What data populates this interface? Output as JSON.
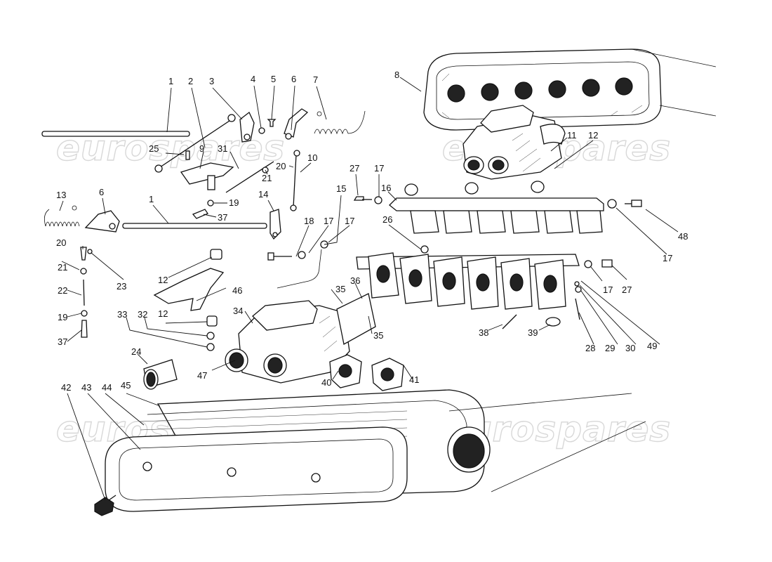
{
  "watermark": {
    "text": "eurospares"
  },
  "callouts": [
    {
      "id": "c1a",
      "label": "1"
    },
    {
      "id": "c2",
      "label": "2"
    },
    {
      "id": "c3",
      "label": "3"
    },
    {
      "id": "c4",
      "label": "4"
    },
    {
      "id": "c5",
      "label": "5"
    },
    {
      "id": "c6a",
      "label": "6"
    },
    {
      "id": "c7",
      "label": "7"
    },
    {
      "id": "c8",
      "label": "8"
    },
    {
      "id": "c25",
      "label": "25"
    },
    {
      "id": "c9",
      "label": "9"
    },
    {
      "id": "c31",
      "label": "31"
    },
    {
      "id": "c20a",
      "label": "20"
    },
    {
      "id": "c10",
      "label": "10"
    },
    {
      "id": "c21a",
      "label": "21"
    },
    {
      "id": "c11",
      "label": "11"
    },
    {
      "id": "c12a",
      "label": "12"
    },
    {
      "id": "c27a",
      "label": "27"
    },
    {
      "id": "c17a",
      "label": "17"
    },
    {
      "id": "c16",
      "label": "16"
    },
    {
      "id": "c15",
      "label": "15"
    },
    {
      "id": "c13",
      "label": "13"
    },
    {
      "id": "c6b",
      "label": "6"
    },
    {
      "id": "c1b",
      "label": "1"
    },
    {
      "id": "c14",
      "label": "14"
    },
    {
      "id": "c19a",
      "label": "19"
    },
    {
      "id": "c37a",
      "label": "37"
    },
    {
      "id": "c18",
      "label": "18"
    },
    {
      "id": "c17b",
      "label": "17"
    },
    {
      "id": "c17c",
      "label": "17"
    },
    {
      "id": "c26",
      "label": "26"
    },
    {
      "id": "c48",
      "label": "48"
    },
    {
      "id": "c17d",
      "label": "17"
    },
    {
      "id": "c20b",
      "label": "20"
    },
    {
      "id": "c21b",
      "label": "21"
    },
    {
      "id": "c23",
      "label": "23"
    },
    {
      "id": "c22",
      "label": "22"
    },
    {
      "id": "c19b",
      "label": "19"
    },
    {
      "id": "c37b",
      "label": "37"
    },
    {
      "id": "c12b",
      "label": "12"
    },
    {
      "id": "c46",
      "label": "46"
    },
    {
      "id": "c12c",
      "label": "12"
    },
    {
      "id": "c33",
      "label": "33"
    },
    {
      "id": "c32",
      "label": "32"
    },
    {
      "id": "c34",
      "label": "34"
    },
    {
      "id": "c35a",
      "label": "35"
    },
    {
      "id": "c36",
      "label": "36"
    },
    {
      "id": "c35b",
      "label": "35"
    },
    {
      "id": "c17e",
      "label": "17"
    },
    {
      "id": "c27b",
      "label": "27"
    },
    {
      "id": "c38",
      "label": "38"
    },
    {
      "id": "c39",
      "label": "39"
    },
    {
      "id": "c28",
      "label": "28"
    },
    {
      "id": "c29",
      "label": "29"
    },
    {
      "id": "c30",
      "label": "30"
    },
    {
      "id": "c49",
      "label": "49"
    },
    {
      "id": "c24",
      "label": "24"
    },
    {
      "id": "c47",
      "label": "47"
    },
    {
      "id": "c40",
      "label": "40"
    },
    {
      "id": "c41",
      "label": "41"
    },
    {
      "id": "c42",
      "label": "42"
    },
    {
      "id": "c43",
      "label": "43"
    },
    {
      "id": "c44",
      "label": "44"
    },
    {
      "id": "c45",
      "label": "45"
    }
  ]
}
